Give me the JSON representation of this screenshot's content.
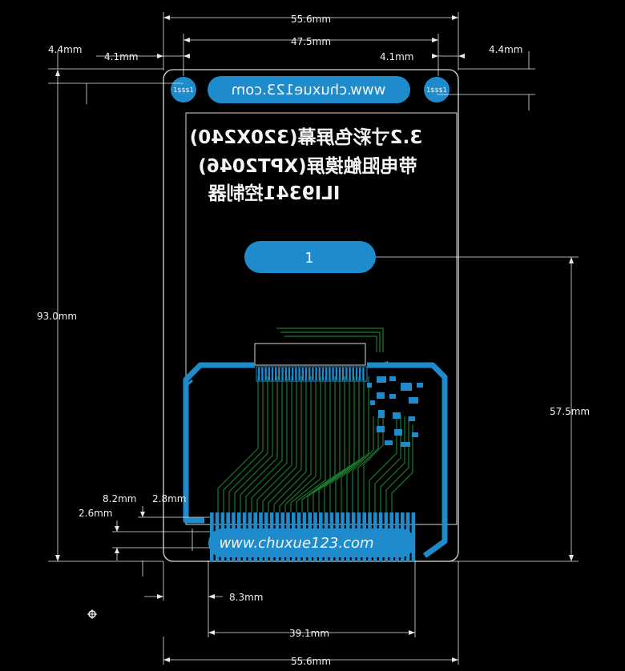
{
  "dimensions": {
    "top_width": "55.6mm",
    "top_inner": "47.5mm",
    "left_margin_outer": "4.4mm",
    "left_margin_inner": "4.1mm",
    "right_margin_inner": "4.1mm",
    "right_margin_outer": "4.4mm",
    "height": "93.0mm",
    "right_height": "57.5mm",
    "pin_offset_a": "8.2mm",
    "pin_offset_b": "2.8mm",
    "pin_offset_c": "2.6mm",
    "pin_left": "8.3mm",
    "pin_span": "39.1mm",
    "bottom_width": "55.6mm"
  },
  "silkscreen": {
    "website_top": "www.chuxue123.com",
    "line1": "3.2寸彩色屏幕(320X240)",
    "line2": "带电阻触摸屏(XPT2046)",
    "line3": "ILI9341控制器",
    "pad_label": "1",
    "website_bottom": "www.chuxue123.com",
    "hole_label": "1$$$1"
  },
  "colors": {
    "background": "#000000",
    "copper_top": "#1e8ccc",
    "copper_bottom": "#1a7a2c",
    "silk": "#f4f4f4",
    "dimension": "#e8e8e8"
  }
}
